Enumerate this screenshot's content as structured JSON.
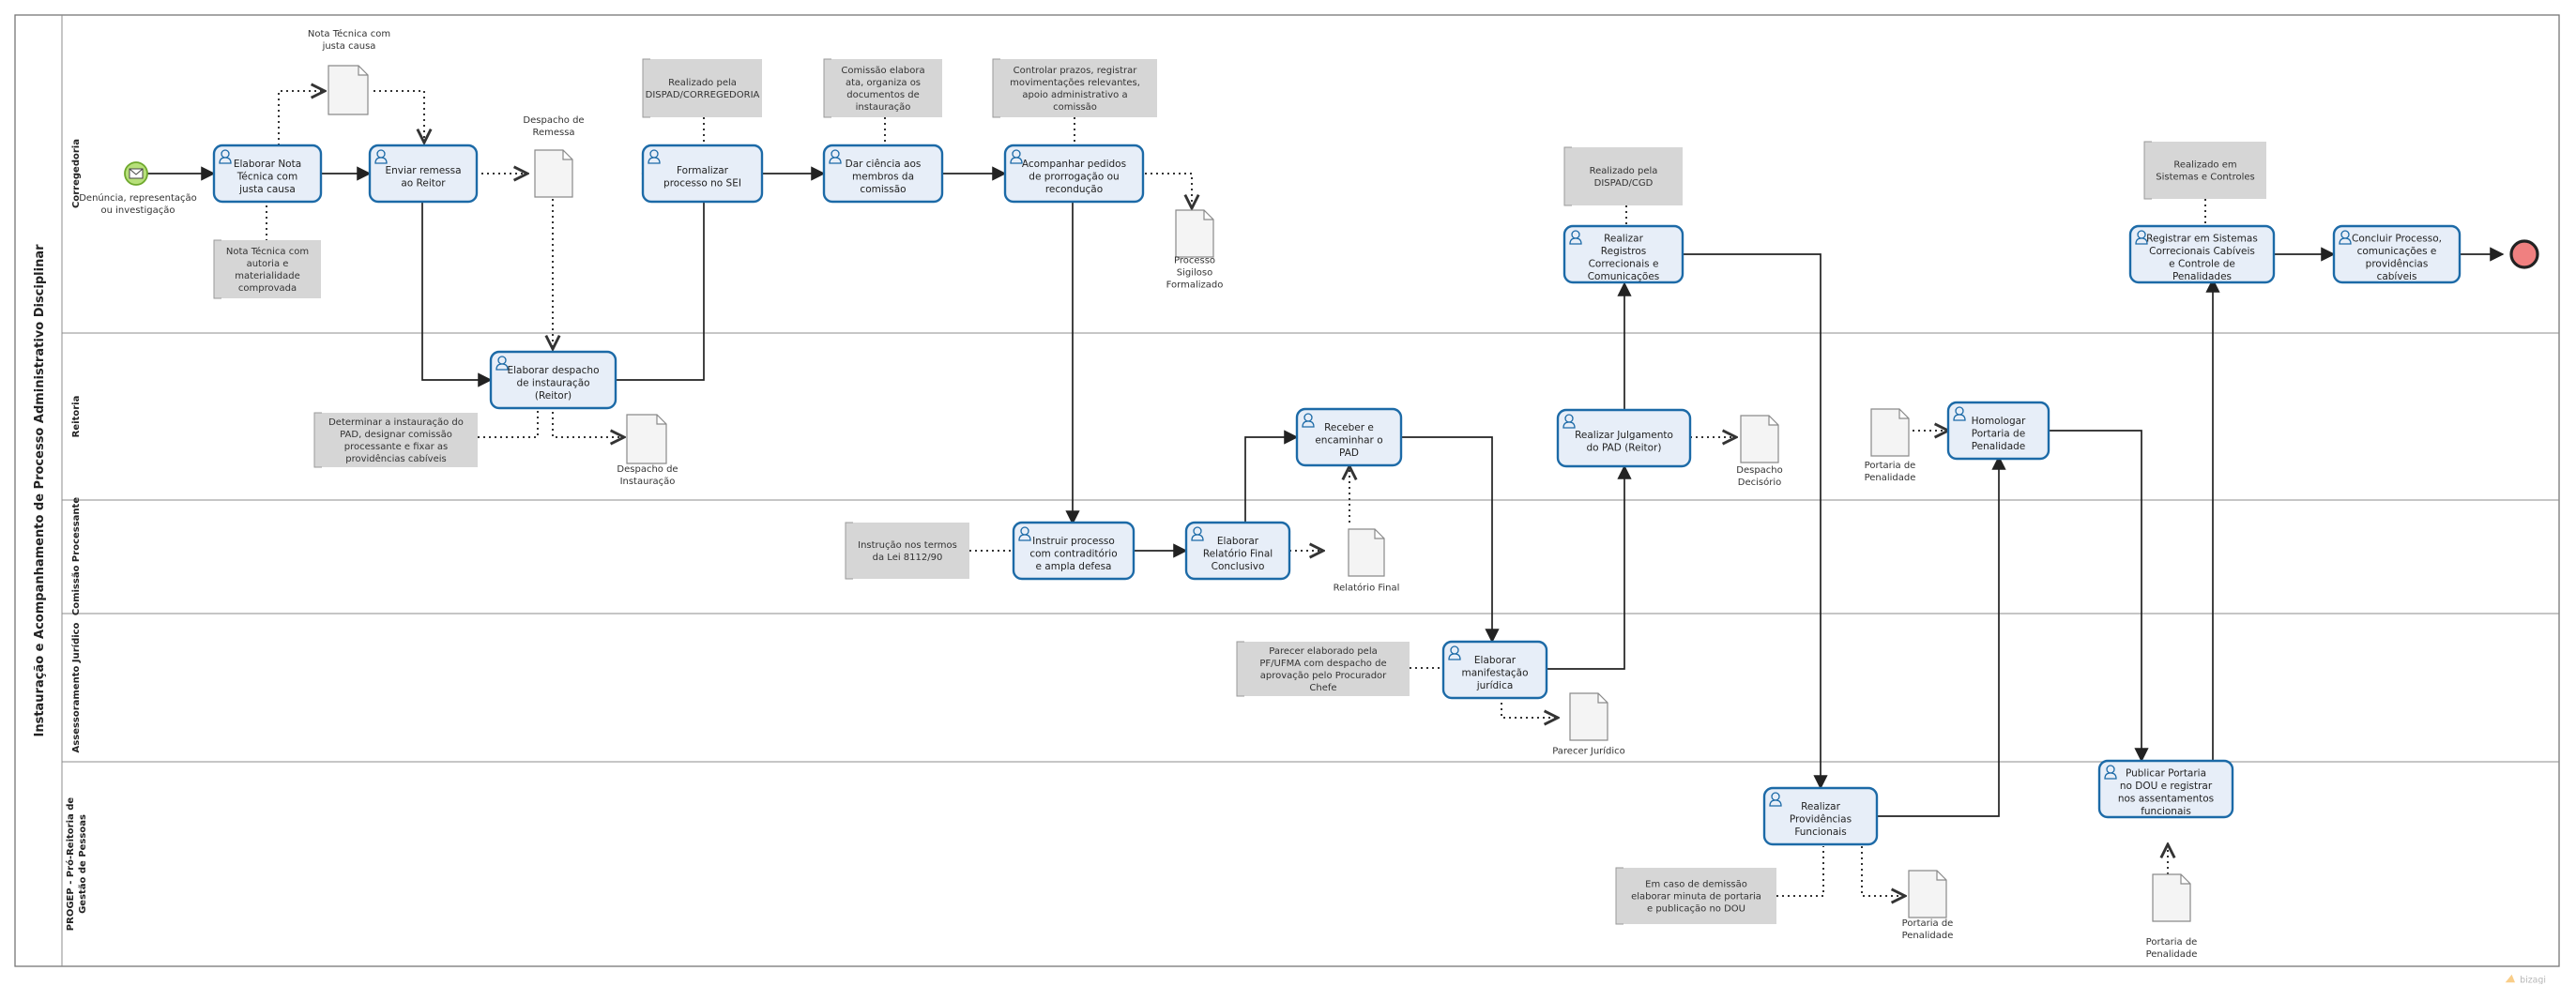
{
  "pool": {
    "title": "Instauração e Acompanhamento de Processo Administrativo Disciplinar"
  },
  "lanes": [
    {
      "id": "corregedoria",
      "label": "Corregedoria"
    },
    {
      "id": "reitoria",
      "label": "Reitoria"
    },
    {
      "id": "comissao",
      "label": "Comissão Processante"
    },
    {
      "id": "juridico",
      "label": "Assessoramento Jurídico"
    },
    {
      "id": "progep",
      "label": "PROGEP - Pró-Reitoria de Gestão de Pessoas"
    }
  ],
  "start_event": {
    "label": "Denúncia, representação ou investigação"
  },
  "tasks": [
    {
      "id": "t1",
      "label": "Elaborar Nota Técnica com justa causa"
    },
    {
      "id": "t2",
      "label": "Enviar remessa ao Reitor"
    },
    {
      "id": "t3",
      "label": "Elaborar despacho de instauração (Reitor)"
    },
    {
      "id": "t4",
      "label": "Formalizar processo no SEI"
    },
    {
      "id": "t5",
      "label": "Dar ciência aos membros da comissão"
    },
    {
      "id": "t6",
      "label": "Acompanhar pedidos de prorrogação ou recondução"
    },
    {
      "id": "t7",
      "label": "Instruir processo com contraditório e ampla defesa"
    },
    {
      "id": "t8",
      "label": "Elaborar Relatório Final Conclusivo"
    },
    {
      "id": "t9",
      "label": "Receber e encaminhar o PAD"
    },
    {
      "id": "t10",
      "label": "Elaborar manifestação jurídica"
    },
    {
      "id": "t11",
      "label": "Realizar Julgamento do PAD (Reitor)"
    },
    {
      "id": "t12",
      "label": "Realizar Registros Correcionais e Comunicações"
    },
    {
      "id": "t13",
      "label": "Realizar Providências Funcionais"
    },
    {
      "id": "t14",
      "label": "Homologar Portaria de Penalidade"
    },
    {
      "id": "t15",
      "label": "Publicar Portaria no DOU e registrar nos assentamentos funcionais"
    },
    {
      "id": "t16",
      "label": "Registrar em Sistemas Correcionais Cabíveis e Controle de Penalidades"
    },
    {
      "id": "t17",
      "label": "Concluir Processo, comunicações e providências cabíveis"
    }
  ],
  "annotations": [
    {
      "id": "a1",
      "label": "Nota Técnica com autoria e materialidade comprovada"
    },
    {
      "id": "a2",
      "label": "Realizado pela DISPAD/CORREGEDORIA"
    },
    {
      "id": "a3",
      "label": "Comissão elabora ata, organiza os documentos de instauração"
    },
    {
      "id": "a4",
      "label": "Controlar prazos, registrar movimentações relevantes, apoio administrativo a comissão"
    },
    {
      "id": "a5",
      "label": "Determinar a instauração do PAD, designar comissão processante e fixar as providências cabíveis"
    },
    {
      "id": "a6",
      "label": "Instrução nos termos da Lei 8112/90"
    },
    {
      "id": "a7",
      "label": "Parecer elaborado pela PF/UFMA com despacho de aprovação pelo Procurador Chefe"
    },
    {
      "id": "a8",
      "label": "Realizado pela DISPAD/CGD"
    },
    {
      "id": "a9",
      "label": "Em caso de demissão elaborar minuta de portaria e publicação no DOU"
    },
    {
      "id": "a10",
      "label": "Realizado em Sistemas e Controles"
    }
  ],
  "documents": [
    {
      "id": "d1",
      "label": "Nota Técnica com justa causa"
    },
    {
      "id": "d2",
      "label": "Despacho de Remessa"
    },
    {
      "id": "d3",
      "label": "Despacho de Instauração"
    },
    {
      "id": "d4",
      "label": "Processo Sigiloso Formalizado"
    },
    {
      "id": "d5",
      "label": "Relatório Final"
    },
    {
      "id": "d6",
      "label": "Parecer Jurídico"
    },
    {
      "id": "d7",
      "label": "Despacho Decisório"
    },
    {
      "id": "d8",
      "label": "Portaria de Penalidade"
    },
    {
      "id": "d9",
      "label": "Portaria de Penalidade"
    },
    {
      "id": "d10",
      "label": "Portaria de Penalidade"
    }
  ],
  "colors": {
    "task_fill": "#e7eef8",
    "task_stroke": "#1c6aa7",
    "annotation_fill": "#d6d6d6",
    "start_fill": "#b7e07a",
    "end_fill": "#f08080"
  },
  "icons": {
    "task": "user-task-icon",
    "start": "message-start-event-icon",
    "end": "end-event-icon",
    "logo": "bizagi-logo"
  }
}
